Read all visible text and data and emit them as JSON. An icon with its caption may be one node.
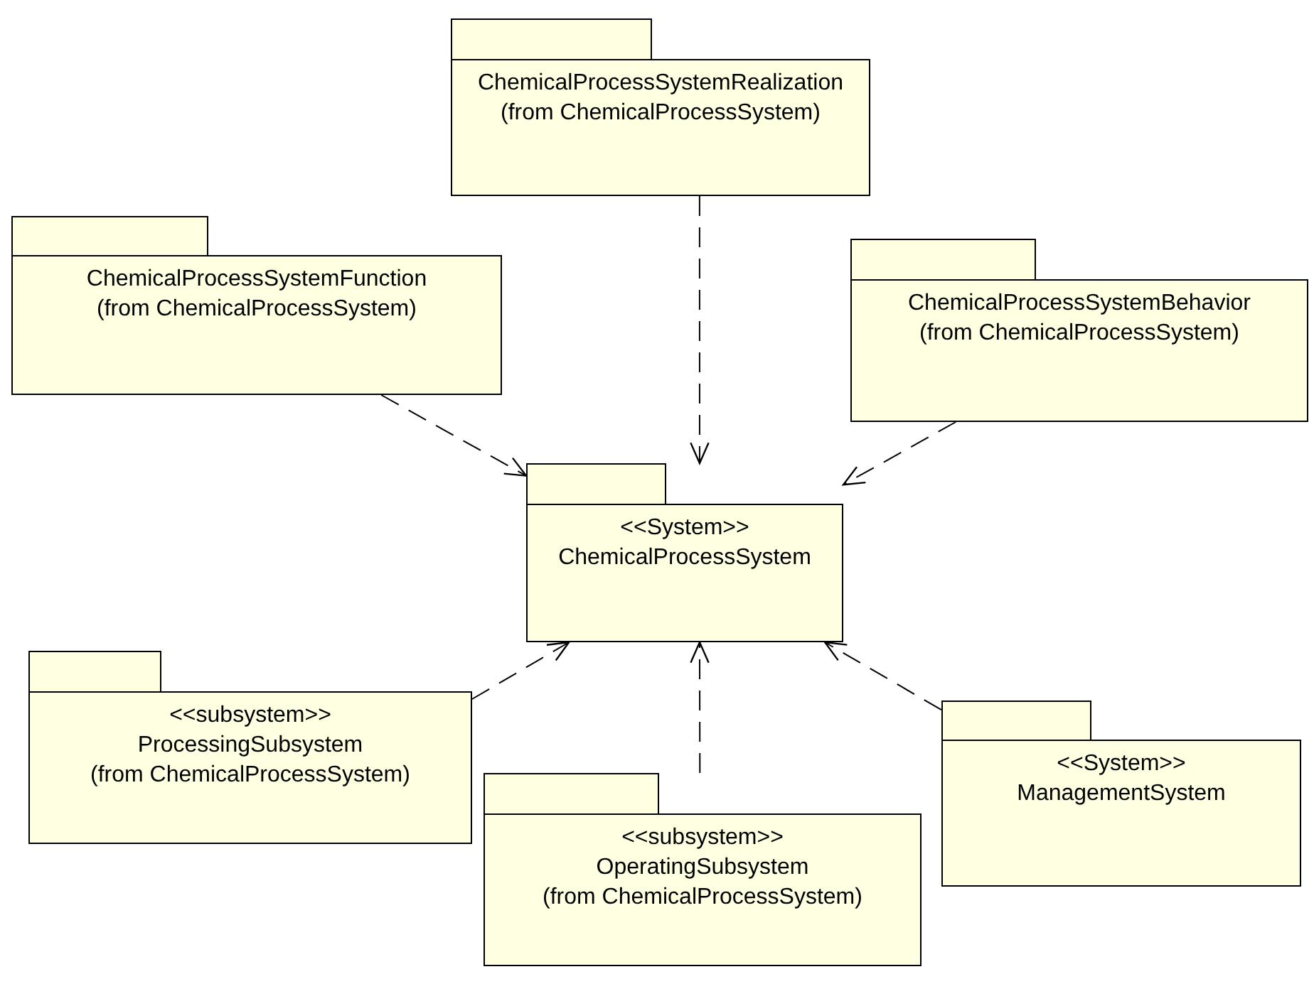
{
  "diagram": {
    "nodes": [
      {
        "text": [
          "ChemicalProcessSystemRealization",
          "(from ChemicalProcessSystem)"
        ]
      },
      {
        "text": [
          "ChemicalProcessSystemFunction",
          "(from ChemicalProcessSystem)"
        ]
      },
      {
        "text": [
          "ChemicalProcessSystemBehavior",
          "(from ChemicalProcessSystem)"
        ]
      },
      {
        "text": [
          "<<System>>",
          "ChemicalProcessSystem"
        ]
      },
      {
        "text": [
          "<<subsystem>>",
          "ProcessingSubsystem",
          "(from ChemicalProcessSystem)"
        ]
      },
      {
        "text": [
          "<<subsystem>>",
          "OperatingSubsystem",
          "(from ChemicalProcessSystem)"
        ]
      },
      {
        "text": [
          "<<System>>",
          "ManagementSystem"
        ]
      }
    ],
    "edges": [
      {
        "from": 0,
        "to": 3,
        "arrow": "to",
        "style": "dashed"
      },
      {
        "from": 1,
        "to": 3,
        "arrow": "to",
        "style": "dashed"
      },
      {
        "from": 2,
        "to": 3,
        "arrow": "to",
        "style": "dashed"
      },
      {
        "from": 4,
        "to": 3,
        "arrow": "to",
        "style": "dashed"
      },
      {
        "from": 5,
        "to": 3,
        "arrow": "to",
        "style": "dashed"
      },
      {
        "from": 6,
        "to": 3,
        "arrow": "to",
        "style": "dashed"
      }
    ]
  }
}
